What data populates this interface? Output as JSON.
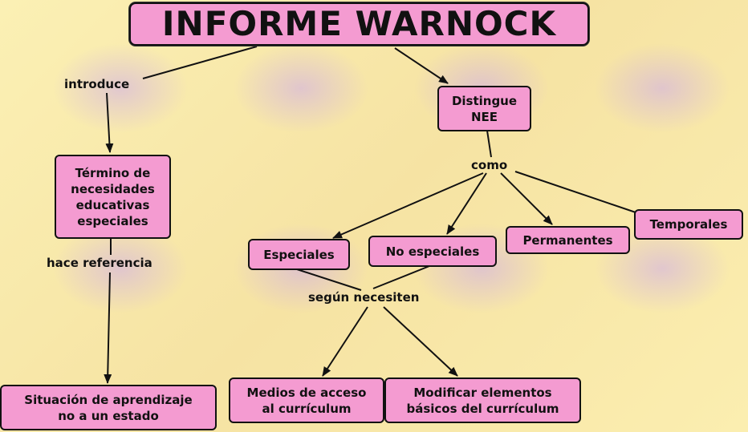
{
  "diagram": {
    "title": "INFORME WARNOCK",
    "nodes": {
      "distingue": "Distingue\nNEE",
      "termino": "Término de\nnecesidades\neducativas\nespeciales",
      "especiales": "Especiales",
      "no_especiales": "No especiales",
      "permanentes": "Permanentes",
      "temporales": "Temporales",
      "situacion": "Situación de aprendizaje\nno a un estado",
      "medios": "Medios de acceso\nal currículum",
      "modificar": "Modificar elementos\nbásicos del currículum"
    },
    "links": {
      "introduce": "introduce",
      "como": "como",
      "hace_referencia": "hace referencia",
      "segun_necesiten": "según necesiten"
    },
    "colors": {
      "box_fill": "#f49bd1",
      "box_border": "#111111",
      "line": "#111111",
      "background": "#f8eba8"
    }
  }
}
